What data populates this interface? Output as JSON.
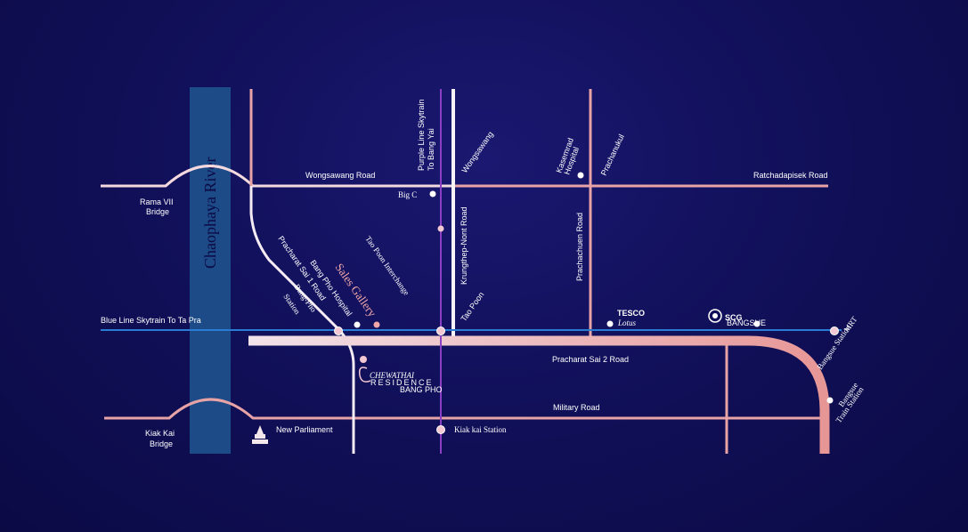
{
  "colors": {
    "background": "#11105a",
    "road_pink": "#e7a3a6",
    "road_white": "#f4ecf2",
    "river": "#1f4f8a",
    "blue_line": "#2a7bd4",
    "purple_line": "#8a3fc4",
    "sales_gallery": "#f2a8a8"
  },
  "river": {
    "label": "Chaophaya River"
  },
  "roads": {
    "wongsawang": "Wongsawang Road",
    "ratchadapisek": "Ratchadapisek Road",
    "pracharat_sai_1": "Pracharat Sai 1 Road",
    "krungthep_nont": "Krungthep-Nont Road",
    "prachachuen": "Prachachuen Road",
    "pracharat_sai_2": "Pracharat Sai 2 Road",
    "military": "Military Road",
    "blue_line": "Blue Line Skytrain To Ta Pra",
    "purple_line_1": "Purple Line Skytrain",
    "purple_line_2": "To Bang Yai"
  },
  "bridges": {
    "rama7_1": "Rama VII",
    "rama7_2": "Bridge",
    "kiakkai_1": "Kiak Kai",
    "kiakkai_2": "Bridge"
  },
  "places": {
    "big_c": "Big C",
    "wongsawang": "Wongsawang",
    "kasemrad_1": "Kasemrad",
    "kasemrad_2": "Hospital",
    "prachanukul": "Prachanukul",
    "tao_poon_interchange": "Tao Poon Interchange",
    "sales_gallery": "Sales Gallery",
    "bang_pho_hospital": "Bang Pho Hospital",
    "bang_pho_station_1": "Bang-Pho",
    "bang_pho_station_2": "Station",
    "tao_poon": "Tao Poon",
    "tesco_1": "TESCO",
    "tesco_2": "Lotus",
    "scg": "SCG",
    "scg_sub": "BANGSUE",
    "mrt_bangsue_1": "MRT",
    "mrt_bangsue_2": "Bangsue Station",
    "bangsue_train_1": "Bangsue",
    "bangsue_train_2": "Train Station",
    "kiak_kai_station": "Kiak kai Station",
    "new_parliament": "New Parliament"
  },
  "project": {
    "name": "CHEWATHAI",
    "sub": "RESIDENCE",
    "location": "BANG PHO"
  },
  "icons": [
    "marker-dot",
    "parliament-icon",
    "chewathai-logo-icon",
    "scg-logo-icon"
  ]
}
